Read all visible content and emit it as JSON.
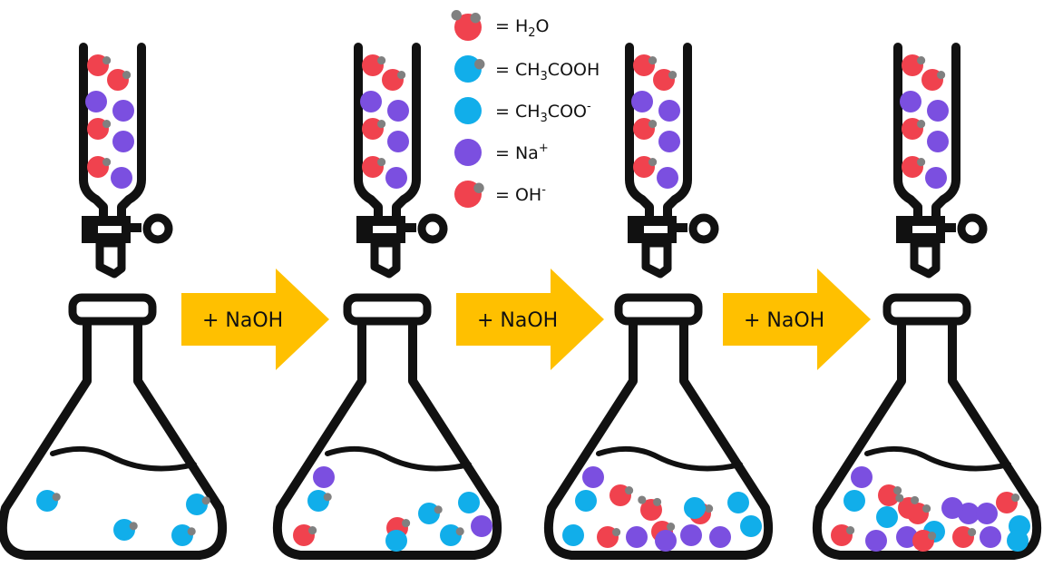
{
  "colors": {
    "ink": "#111111",
    "hydrogen": "#808080",
    "acetic": "#11aeea",
    "sodium": "#7b4fe0",
    "oxygen": "#f0424e",
    "arrow": "#ffc000"
  },
  "legend": [
    {
      "kind": "water",
      "prefix": "= H",
      "sub": "2",
      "suffix": "O",
      "sup": ""
    },
    {
      "kind": "acetic",
      "prefix": "= CH",
      "sub": "3",
      "suffix": "COOH",
      "sup": ""
    },
    {
      "kind": "acetate",
      "prefix": "= CH",
      "sub": "3",
      "suffix": "COO",
      "sup": "-"
    },
    {
      "kind": "sodium",
      "prefix": "= Na",
      "sub": "",
      "suffix": "",
      "sup": "+"
    },
    {
      "kind": "hydroxide",
      "prefix": "= OH",
      "sub": "",
      "suffix": "",
      "sup": "-"
    }
  ],
  "steps": [
    {
      "label": "+ NaOH"
    },
    {
      "label": "+ NaOH"
    },
    {
      "label": "+ NaOH"
    }
  ],
  "stages": [
    {
      "burette": [
        "hydroxide",
        "hydroxide",
        "sodium",
        "sodium",
        "hydroxide",
        "sodium",
        "hydroxide",
        "sodium"
      ],
      "flask": [
        "acetic",
        "acetic",
        "acetic",
        "acetic"
      ]
    },
    {
      "burette": [
        "hydroxide",
        "hydroxide",
        "sodium",
        "sodium",
        "hydroxide",
        "sodium",
        "hydroxide",
        "sodium"
      ],
      "flask": [
        "sodium",
        "acetic",
        "hydroxide",
        "acetic",
        "hydroxide",
        "acetate",
        "acetic",
        "sodium",
        "acetate"
      ]
    },
    {
      "burette": [
        "hydroxide",
        "hydroxide",
        "sodium",
        "sodium",
        "hydroxide",
        "sodium",
        "hydroxide",
        "sodium"
      ],
      "flask": [
        "sodium",
        "hydroxide",
        "acetate",
        "acetate",
        "hydroxide",
        "sodium",
        "hydroxide",
        "sodium",
        "hydroxide",
        "sodium",
        "acetate",
        "acetate",
        "sodium",
        "water",
        "acetate"
      ]
    },
    {
      "burette": [
        "hydroxide",
        "hydroxide",
        "sodium",
        "sodium",
        "hydroxide",
        "sodium",
        "hydroxide",
        "sodium"
      ],
      "flask": [
        "sodium",
        "hydroxide",
        "acetate",
        "acetate",
        "sodium",
        "hydroxide",
        "sodium",
        "hydroxide",
        "acetate",
        "sodium",
        "hydroxide",
        "sodium",
        "hydroxide",
        "acetate",
        "sodium",
        "water",
        "acetate",
        "sodium",
        "hydroxide"
      ]
    }
  ]
}
